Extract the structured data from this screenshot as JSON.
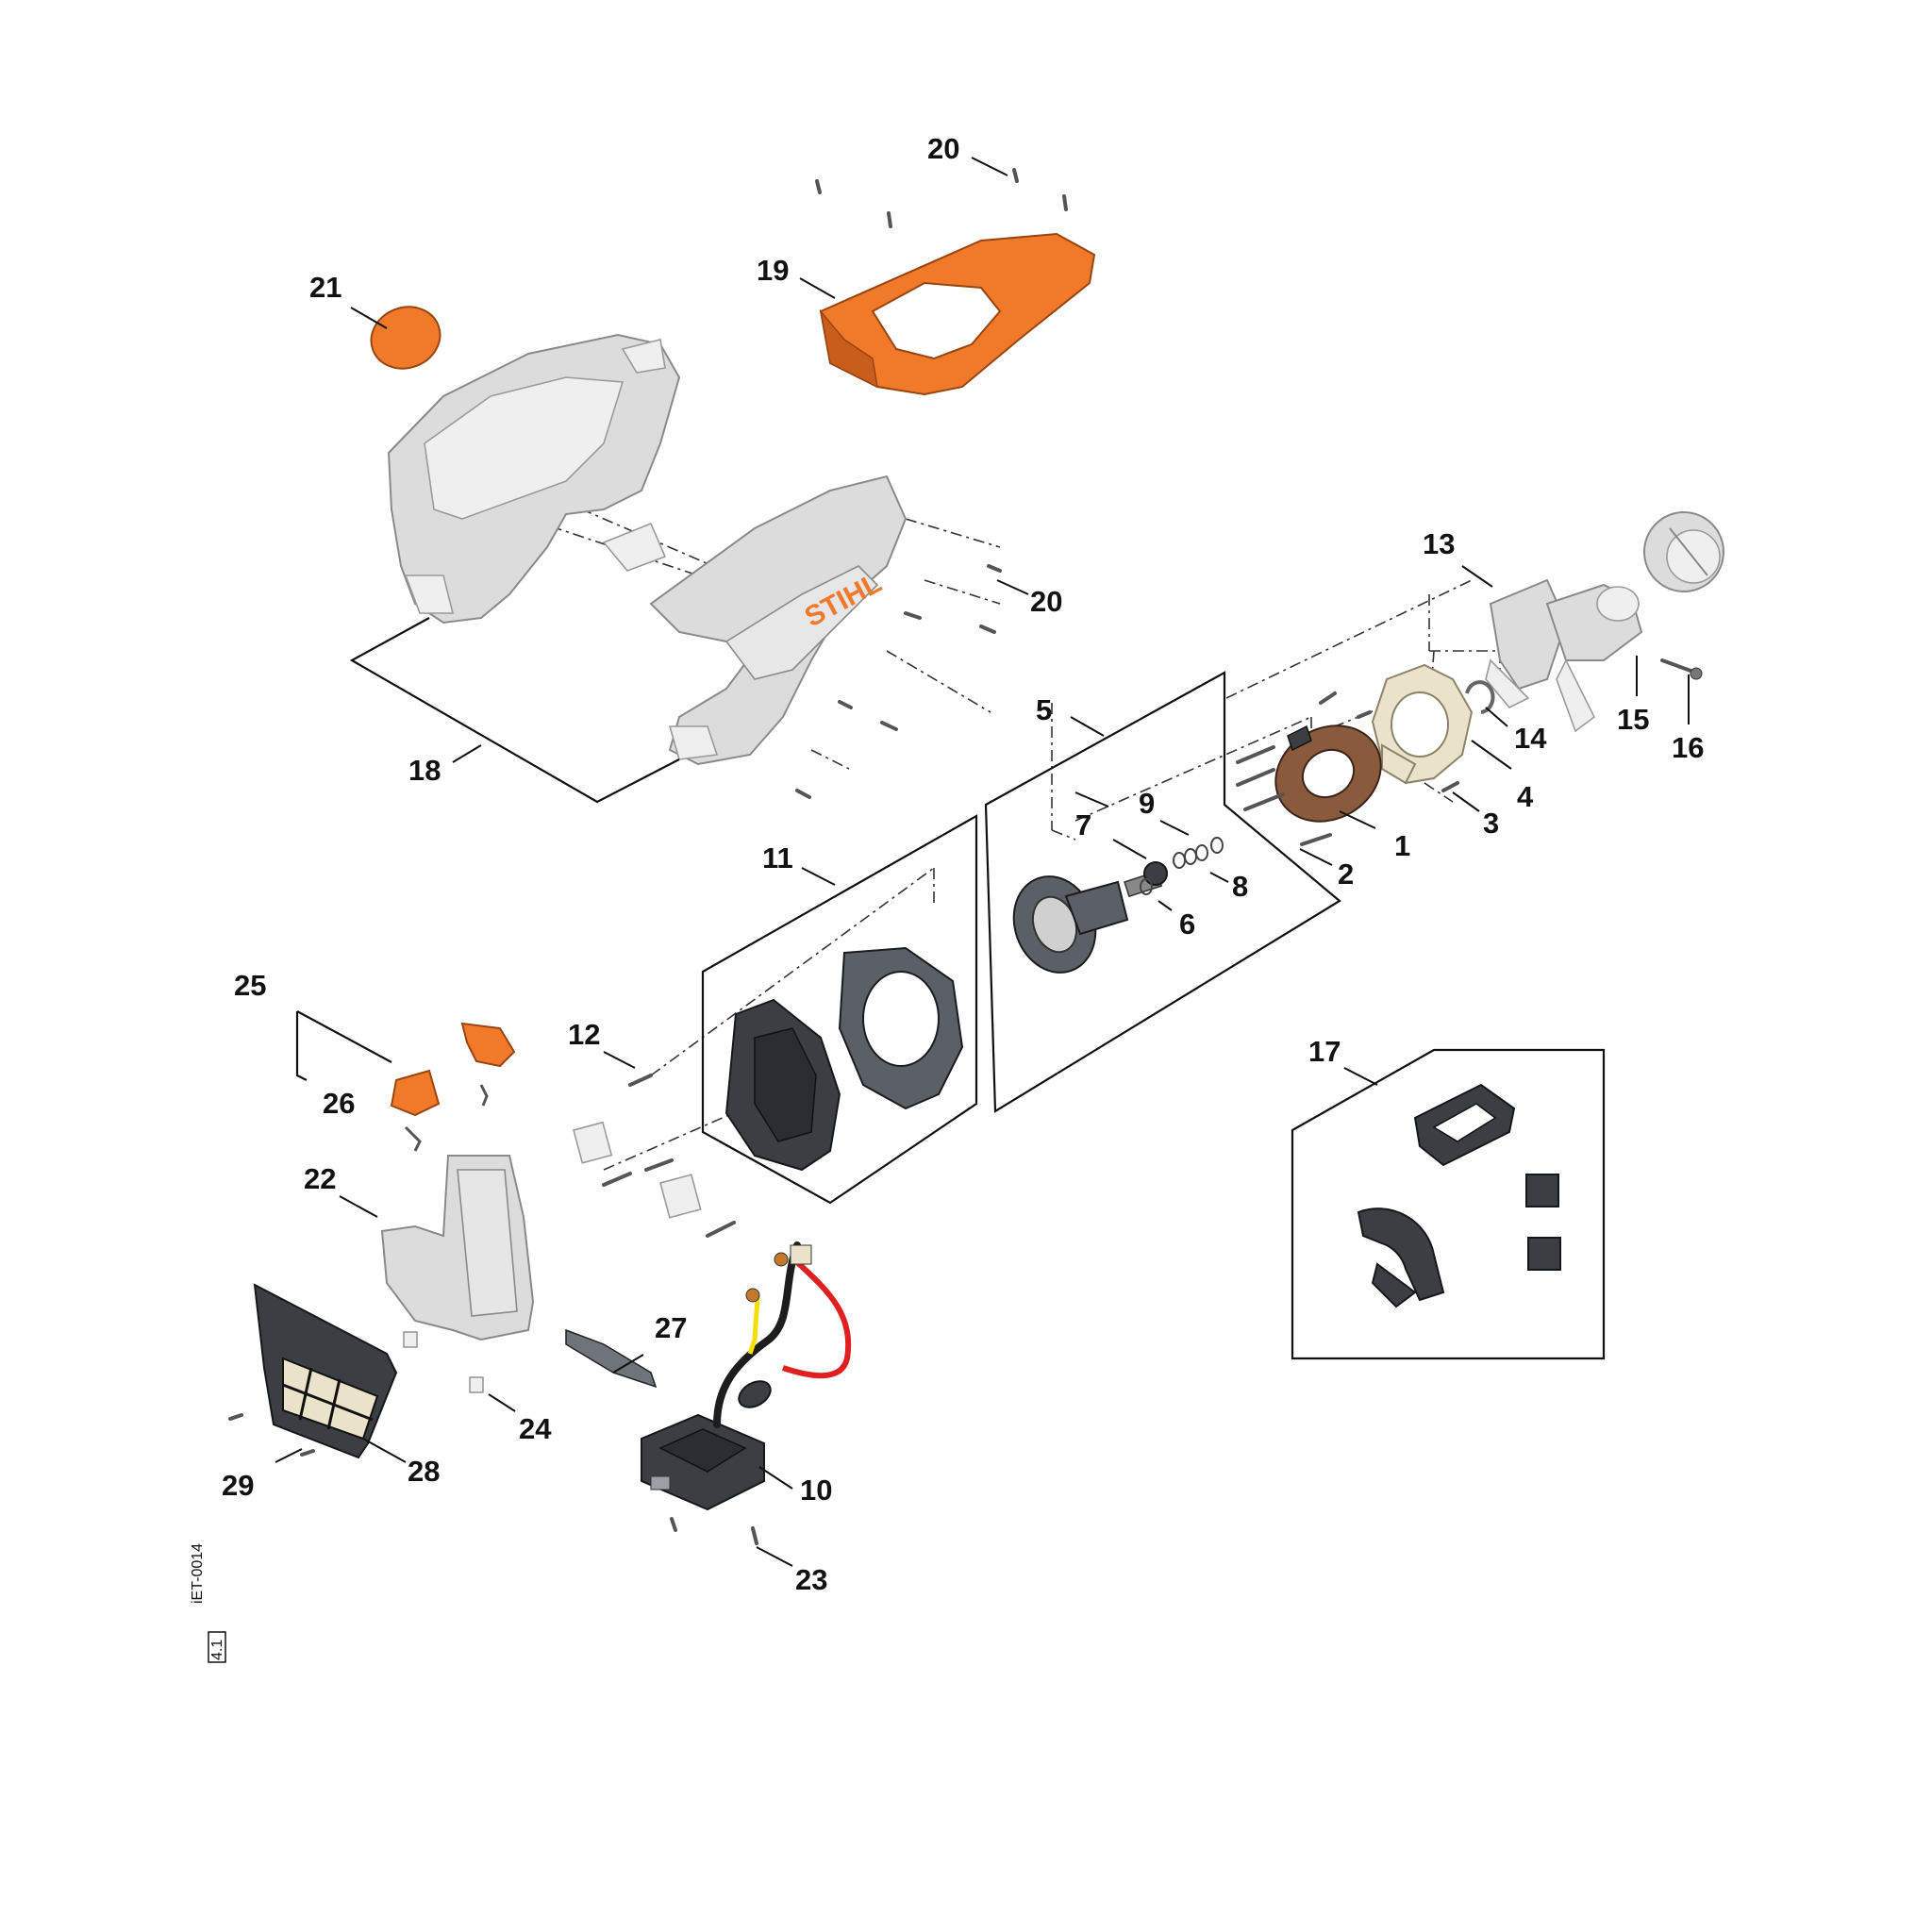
{
  "callouts": {
    "n1": "1",
    "n2": "2",
    "n3": "3",
    "n4": "4",
    "n5": "5",
    "n6": "6",
    "n7": "7",
    "n8": "8",
    "n9": "9",
    "n10": "10",
    "n11": "11",
    "n12": "12",
    "n13": "13",
    "n14": "14",
    "n15": "15",
    "n16": "16",
    "n17": "17",
    "n18": "18",
    "n19": "19",
    "n20a": "20",
    "n20b": "20",
    "n21": "21",
    "n22": "22",
    "n23": "23",
    "n24": "24",
    "n25": "25",
    "n26": "26",
    "n27": "27",
    "n28": "28",
    "n29": "29"
  },
  "housing_brand": "STIHL",
  "drawing_code": "iET-0014",
  "sheet_mark": "4.1",
  "colors": {
    "accent_orange": "#f07a2a",
    "housing_grey": "#dcdcdc",
    "dark_plastic": "#3b3f44",
    "cable_red": "#e02020",
    "cable_yellow": "#f2e000",
    "cream_part": "#ebe3c9"
  }
}
